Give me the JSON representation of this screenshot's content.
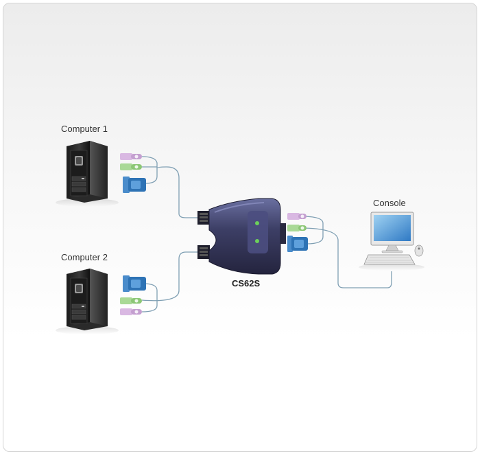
{
  "labels": {
    "computer1": "Computer 1",
    "computer2": "Computer 2",
    "console": "Console",
    "device": "CS62S"
  },
  "colors": {
    "cable": "#7f9fb3",
    "switch_body": "#3d3f66",
    "ps2_mouse": "#c49fd0",
    "ps2_keyboard": "#8cc776",
    "vga": "#2e73b5",
    "led": "#6cd05a"
  },
  "icons": {
    "computer": "tower-pc-icon",
    "console": "monitor-keyboard-mouse-icon",
    "switch": "kvm-switch-icon"
  }
}
